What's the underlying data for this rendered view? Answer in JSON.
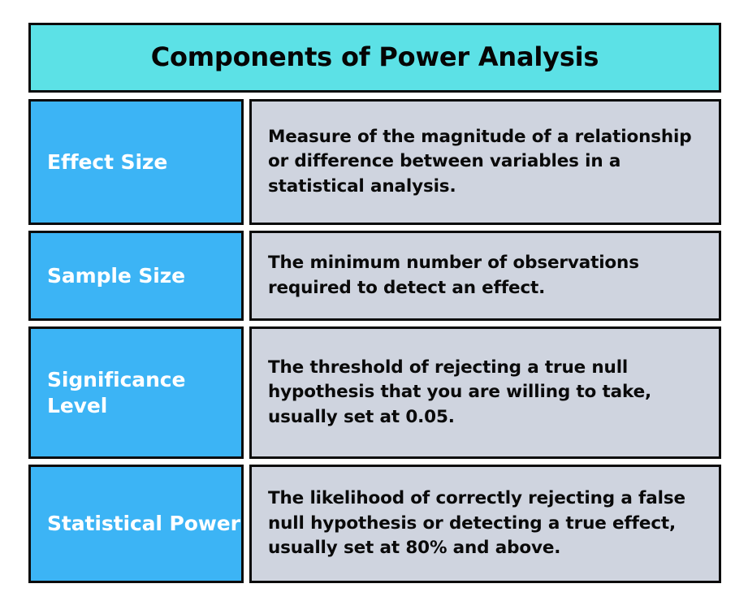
{
  "colors": {
    "header_bg": "#5CE1E6",
    "label_bg": "#3CB4F5",
    "desc_bg": "#CFD4DF",
    "border": "#0B0B0B",
    "label_text": "#FFFFFF",
    "body_text": "#0A0A0A",
    "page_bg": "#FFFFFF"
  },
  "header": {
    "title": "Components of Power Analysis"
  },
  "table": {
    "rows": [
      {
        "label": "Effect Size",
        "description": "Measure of the magnitude of a relationship or difference between variables in a statistical analysis."
      },
      {
        "label": "Sample Size",
        "description": "The minimum number of observations required to detect an effect."
      },
      {
        "label": "Significance Level",
        "description": "The threshold of rejecting a true null hypothesis that you are willing to take, usually set at 0.05."
      },
      {
        "label": "Statistical Power",
        "description": "The likelihood of correctly rejecting a false null hypothesis or detecting a true effect, usually set at 80% and above."
      }
    ]
  }
}
